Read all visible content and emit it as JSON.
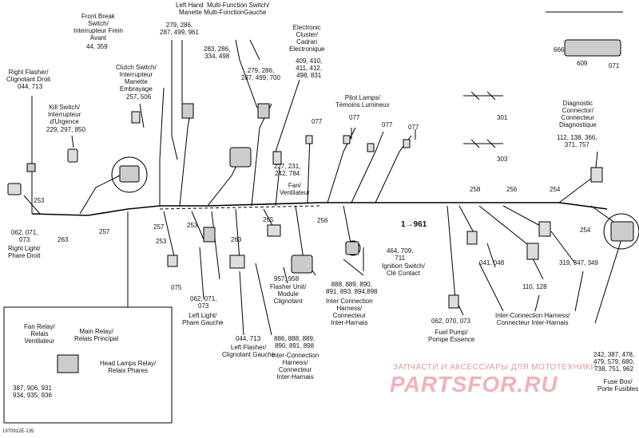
{
  "labels": {
    "front_brake_switch": "Front Break\nSwitch/\nInterrupteur Frein\nAvant",
    "front_brake_refs": "44, 359",
    "left_multi_switch": "Left Hand  Multi-Function Switch/\nManette Multi-FonctionGauche",
    "lhs_refs_a": "279, 286,\n287, 499, 961",
    "lhs_refs_b": "283, 286,\n334, 498",
    "lhs_refs_c": "279, 286,\n287, 499, 700",
    "electronic_cluster": "Electronic\nCluster/\nCadran\nElectronique",
    "cluster_refs": "409, 410,\n411, 412,\n498, 831",
    "right_flasher": "Right Flasher/\nClignotant Droit",
    "right_flasher_refs": "044, 713",
    "clutch_switch": "Clutch Switch/\nInterrupteur\nManette\nEmbrayage",
    "clutch_refs": "257, 506",
    "kill_switch": "Kill Switch/\nInterrupteur\nd'Urgence",
    "kill_refs": "229, 297, 850",
    "pilot_lamps": "Pilot Lamps/\nTémoins Lumineux",
    "ref_077_a": "077",
    "ref_077_b": "077",
    "ref_077_c": "077",
    "ref_077_d": "077",
    "ref_301": "301",
    "ref_303": "303",
    "ref_666": "666",
    "ref_609": "609",
    "ref_071": "071",
    "diag_connector": "Diagnostic\nConnector/\nConnecteur\nDiagnostique",
    "diag_refs": "112, 138, 366,\n371, 757",
    "fan_refs": "227, 231,\n242, 784",
    "fan": "Fan/\nVentilateur",
    "ref_253": "253",
    "ref_263": "263",
    "ref_257": "257",
    "ref_253b": "253",
    "ref_257b": "257",
    "ref_253c": "253",
    "ref_263b": "263",
    "ref_265": "265",
    "ref_256": "256",
    "ref_258": "258",
    "ref_256b": "256",
    "ref_254": "254",
    "ref_254b": "254",
    "arrow_961": "1→961",
    "right_light_refs": "062, 071,\n073",
    "right_light": "Right Light/\nPhare Droit",
    "ref_075": "075",
    "left_light_refs": "062, 071,\n073",
    "left_light": "Left Light/\nPhare Gauche",
    "left_flasher_refs": "044, 713",
    "left_flasher": "Left Flasher/\nClignotant Gauche",
    "flasher_unit_refs": "957, 958",
    "flasher_unit": "Flasher Unit/\nModule\nClignotant",
    "ic_harness_refs_a": "888, 889, 890,\n891, 893, 894,898",
    "ic_harness_a": "Inter Connection\nHarness/\nConnecteur\nInter-Harnais",
    "ic_harness_refs_b": "886, 888, 889,\n890, 891, 898",
    "ic_harness_b": "Inter-Connection\nHarness/\nConnecteur\nInter-Harnais",
    "ignition_refs": "464, 709,\n711",
    "ignition": "Ignition Switch/\nClé Contact",
    "fuel_pump_refs": "062, 070, 073",
    "fuel_pump": "Fuel Pump/\nPompe Essence",
    "ref_041_048": "041, 048",
    "ref_110_128": "110, 128",
    "ref_319": "319, 347, 349",
    "ic_harness_c": "Inter-Connection Harness/\nConnecteur Inter-Harnais",
    "fuse_refs": "242, 387, 478,\n479, 579, 680,\n738, 751, 962",
    "fuse_box": "Fuse Box/\nPorte Fusibles",
    "fan_relay": "Fan Relay/\nRelais\nVentilateur",
    "main_relay": "Main Relay/\nRelais Principal",
    "headlamp_relay": "Head Lamps Relay/\nRelais Phares",
    "relay_refs": "387, 906, 931\n934, 935, 936",
    "watermark_small": "ЗАПЧАСТИ И АКСЕССУАРЫ ДЛЯ МОТОТЕХНИКИ",
    "watermark_big": "PARTSFOR.RU",
    "drawing_code": "1970912E-135"
  },
  "accent": "#000000",
  "watermark_color": "#d22b2b"
}
